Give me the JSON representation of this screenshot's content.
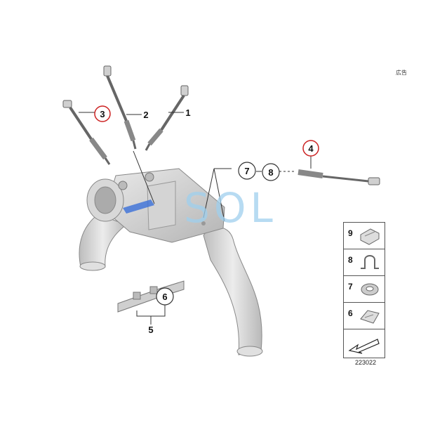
{
  "ad_label": "広告",
  "drawing_number": "223022",
  "watermark_text": "SOL",
  "callouts": {
    "c1": "1",
    "c2": "2",
    "c3": "3",
    "c4": "4",
    "c5": "5",
    "c6": "6",
    "c7": "7",
    "c8": "8"
  },
  "legend": {
    "items": [
      "9",
      "8",
      "7",
      "6"
    ]
  },
  "colors": {
    "highlight_circle": "#cc2222",
    "line": "#333333",
    "part_gray": "#c8c8c8",
    "watermark": "#9fd0ee",
    "accent_blue": "#3a6fd8"
  }
}
